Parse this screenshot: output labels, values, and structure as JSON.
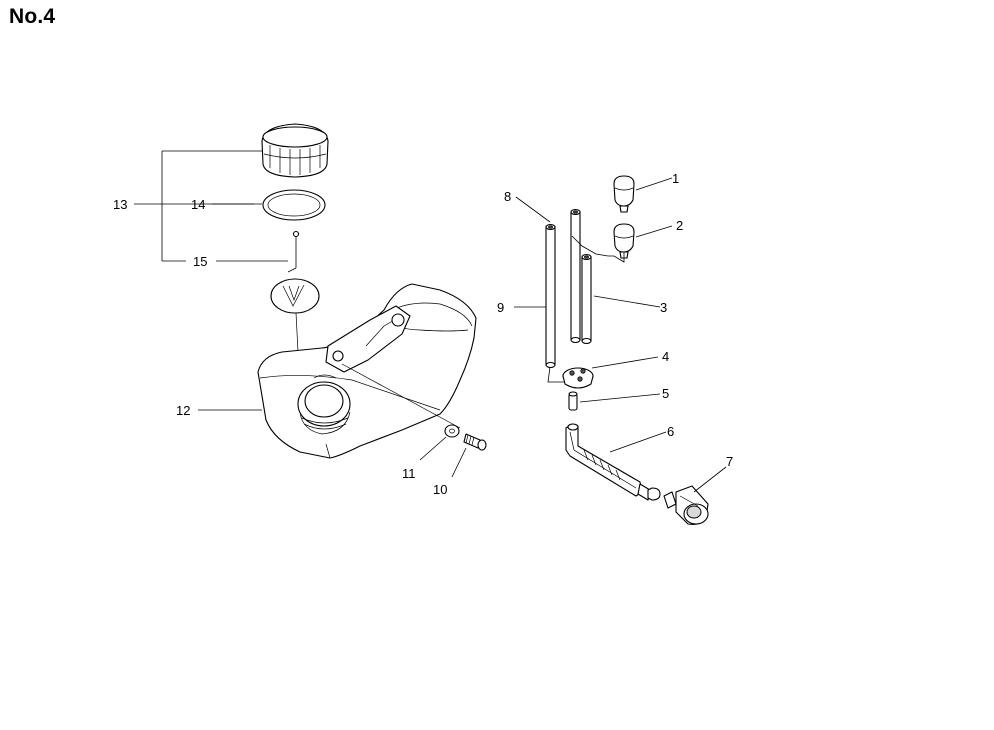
{
  "title": "No.4",
  "labels": {
    "p1": "1",
    "p2": "2",
    "p3": "3",
    "p4": "4",
    "p5": "5",
    "p6": "6",
    "p7": "7",
    "p8": "8",
    "p9": "9",
    "p10": "10",
    "p11": "11",
    "p12": "12",
    "p13": "13",
    "p14": "14",
    "p15": "15"
  }
}
